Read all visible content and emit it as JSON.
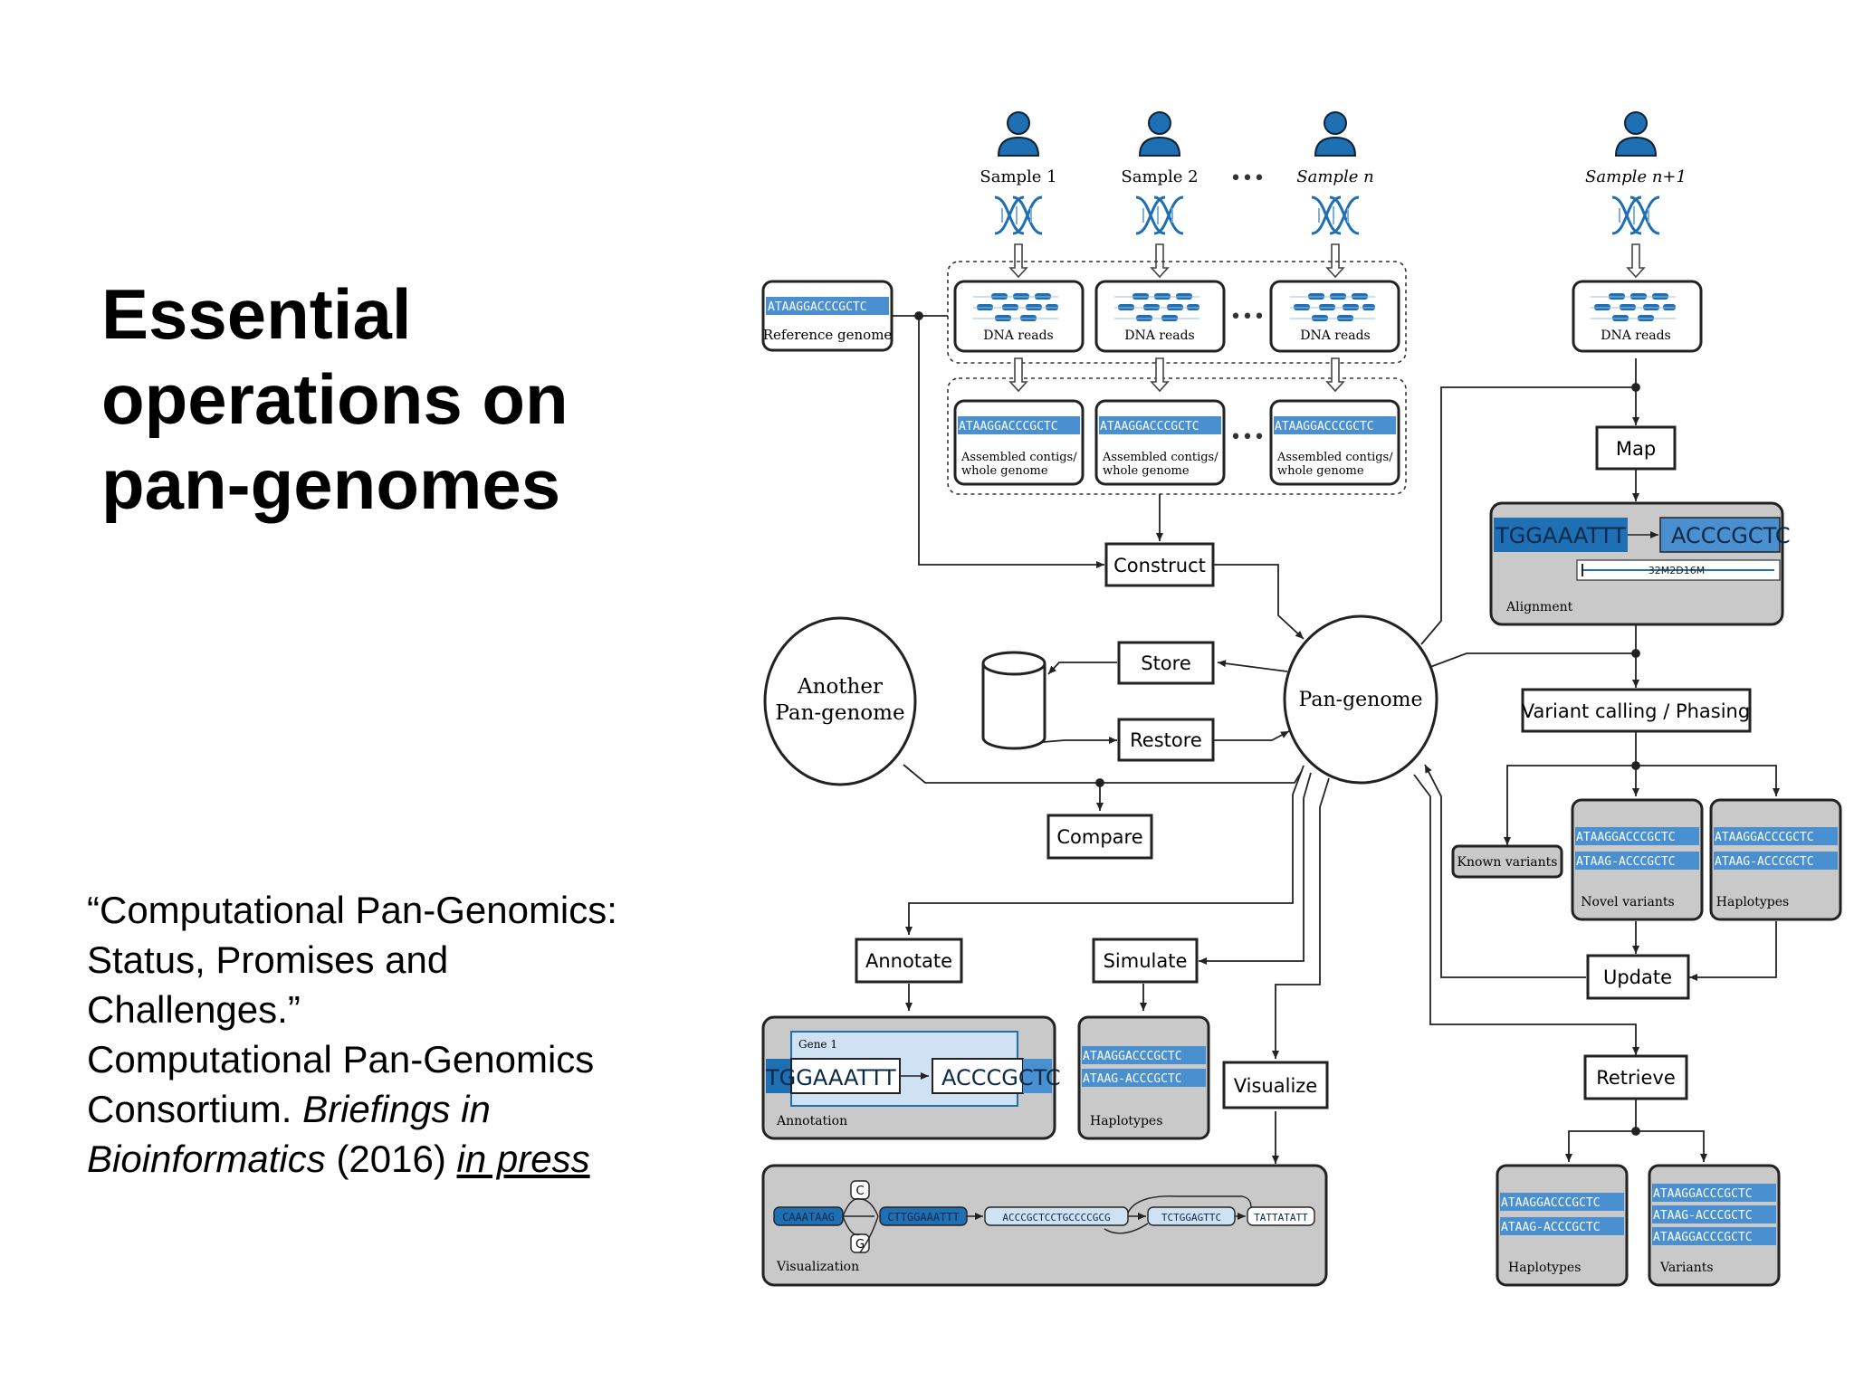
{
  "slide": {
    "title_lines": [
      "Essential",
      "operations on",
      "pan-genomes"
    ],
    "citation": {
      "quote_lines": [
        "“Computational Pan-Genomics:",
        "Status, Promises and",
        "Challenges.”"
      ],
      "author_line": "Computational Pan-Genomics",
      "consortium": "Consortium.",
      "journal_a": "Briefings in",
      "journal_b": "Bioinformatics",
      "year": "(2016)",
      "status": "in press"
    }
  },
  "diagram": {
    "samples": [
      "Sample 1",
      "Sample 2",
      "Sample n",
      "Sample n+1"
    ],
    "ellipsis": "•••",
    "dna_reads_label": "DNA reads",
    "contigs_label_a": "Assembled contigs/",
    "contigs_label_b": "whole genome",
    "reference_label": "Reference genome",
    "seq_ref": "ATAAGGACCCGCTC",
    "seq_contig": "ATAAGGACCCGCTC",
    "seq_variant_a": "ATAAGGACCCGCTC",
    "seq_variant_b": "ATAAG-ACCCGCTC",
    "operations": {
      "construct": "Construct",
      "store": "Store",
      "restore": "Restore",
      "compare": "Compare",
      "map": "Map",
      "variant_calling": "Variant calling / Phasing",
      "update": "Update",
      "annotate": "Annotate",
      "simulate": "Simulate",
      "visualize": "Visualize",
      "retrieve": "Retrieve"
    },
    "pan_genome": "Pan-genome",
    "another_a": "Another",
    "another_b": "Pan-genome",
    "alignment": {
      "seq_left": "TGGAAATTT",
      "seq_right": "ACCCGCTC",
      "cigar": "32M2D16M",
      "label": "Alignment"
    },
    "known_variants": "Known variants",
    "novel_variants": "Novel variants",
    "haplotypes": "Haplotypes",
    "variants": "Variants",
    "annotation": {
      "gene": "Gene 1",
      "seq_left": "TGGAAATTT",
      "seq_right": "ACCCGCTC",
      "label": "Annotation"
    },
    "visualization": {
      "label": "Visualization",
      "nodes": [
        "CAAATAAG",
        "CTTGGAAATTT",
        "ACCCGCTCCTGCCCCGCG",
        "TCTGGAGTTC",
        "TATTATATT"
      ],
      "snp_top": "C",
      "snp_bottom": "G"
    }
  },
  "colors": {
    "accent": "#1f6fb5",
    "seq_fill": "#4a90d0",
    "panel_fill": "#c9c9c9",
    "light_panel": "#cfe2f3"
  }
}
